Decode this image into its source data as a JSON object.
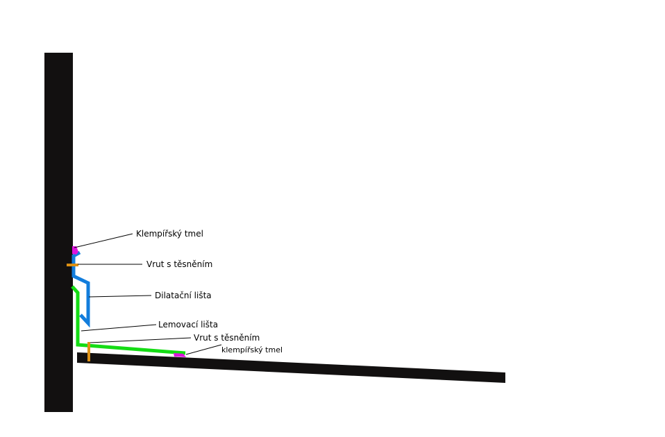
{
  "labels": {
    "sealant_top": "Klempířský tmel",
    "screw_top": "Vrut s těsněním",
    "expansion_strip": "Dilatační lišta",
    "flashing_strip": "Lemovací lišta",
    "screw_bottom": "Vrut s těsněním",
    "sealant_bottom": "klempířský tmel"
  },
  "colors": {
    "wall": "#121010",
    "roof": "#121010",
    "expansion_strip": "#127ddc",
    "flashing_strip": "#14dc14",
    "sealant": "#dc14dc",
    "screw": "#dc9014"
  }
}
